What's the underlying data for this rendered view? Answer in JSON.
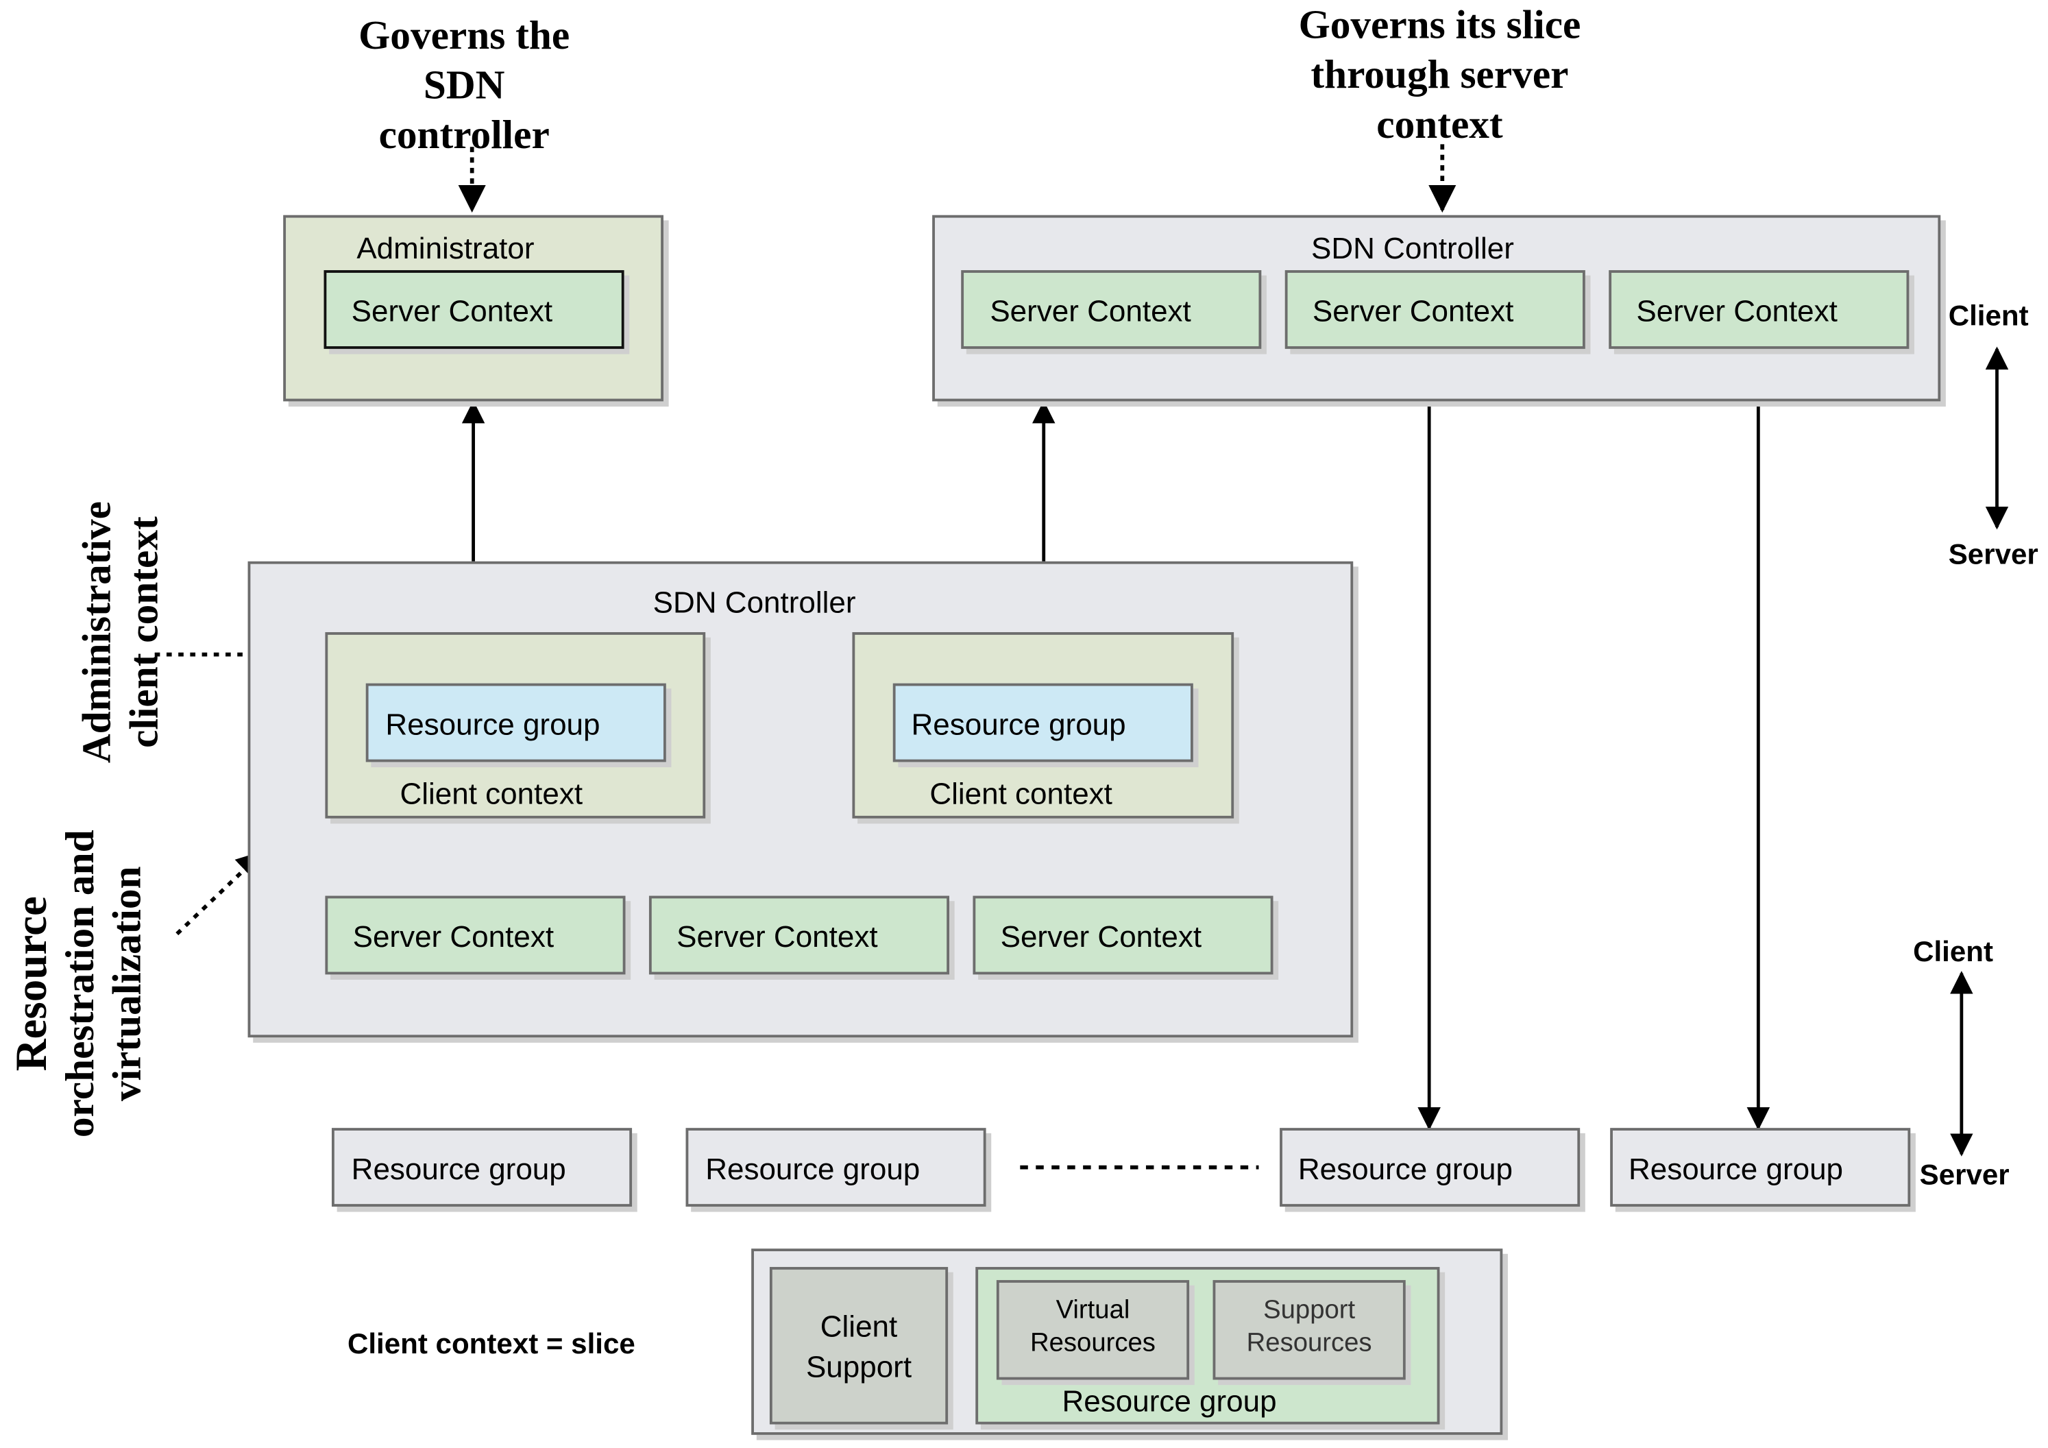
{
  "annotations": {
    "admin_governs": [
      "Governs the",
      "SDN",
      "controller"
    ],
    "slice_governs": [
      "Governs its slice",
      "through server",
      "context"
    ],
    "admin_client_context": [
      "Administrative",
      "client context"
    ],
    "resource_orchestration": [
      "Resource",
      "orchestration and",
      "virtualization"
    ],
    "legend_equation": "Client context = slice"
  },
  "administrator": {
    "title": "Administrator",
    "server_context": "Server Context"
  },
  "top_controller": {
    "title": "SDN Controller",
    "server_contexts": [
      "Server Context",
      "Server Context",
      "Server Context"
    ]
  },
  "main_controller": {
    "title": "SDN Controller",
    "client_contexts": [
      {
        "resource_group": "Resource group",
        "label": "Client context"
      },
      {
        "resource_group": "Resource group",
        "label": "Client context"
      }
    ],
    "server_contexts": [
      "Server Context",
      "Server Context",
      "Server Context"
    ]
  },
  "resource_groups": [
    "Resource group",
    "Resource group",
    "Resource group",
    "Resource group"
  ],
  "client_server_upper": {
    "client": "Client",
    "server": "Server"
  },
  "client_server_lower": {
    "client": "Client",
    "server": "Server"
  },
  "legend": {
    "client_support": [
      "Client",
      "Support"
    ],
    "virtual_resources": [
      "Virtual",
      "Resources"
    ],
    "support_resources": [
      "Support",
      "Resources"
    ],
    "resource_group_label": "Resource group"
  }
}
